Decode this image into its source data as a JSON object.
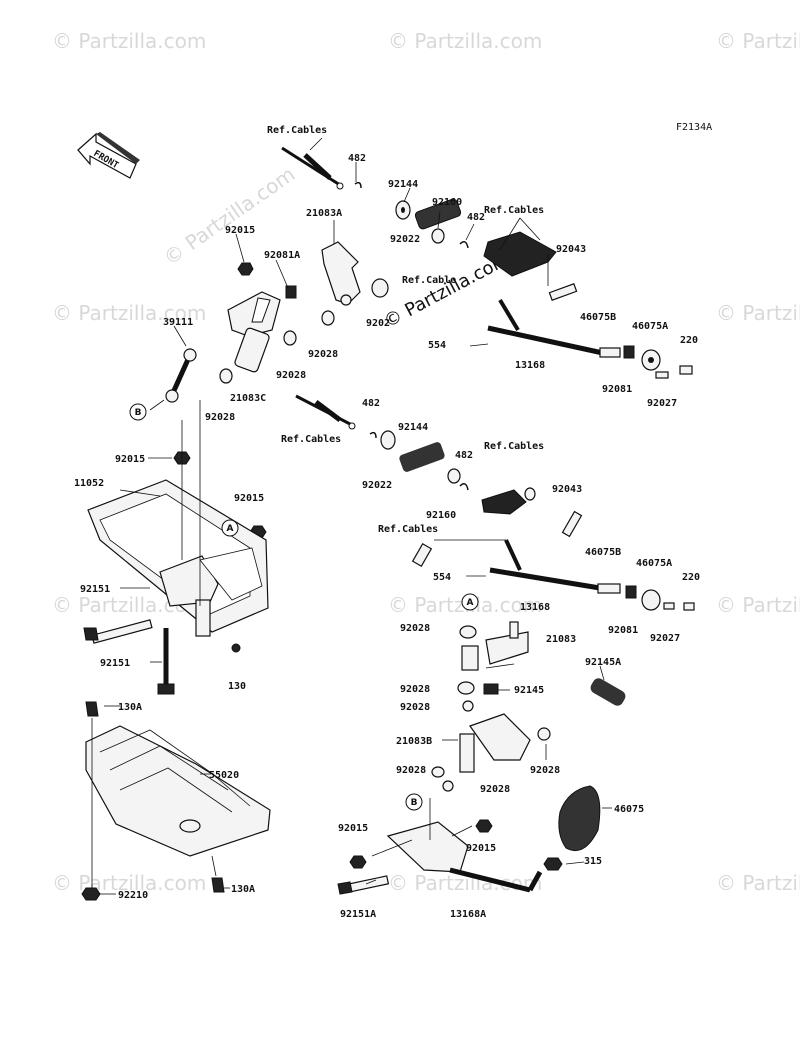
{
  "diagram_code": "F2134A",
  "front_label": "FRONT",
  "watermark": "© Partzilla.com",
  "watermark_center": "© Partzilla.com",
  "callouts": {
    "a": "A",
    "b": "B"
  },
  "labels": {
    "l482_1": "482",
    "l92144_1": "92144",
    "l92160_1": "92160",
    "l21083A": "21083A",
    "l482_2": "482",
    "l92022_1": "92022",
    "l92015_1": "92015",
    "l92081A": "92081A",
    "l92043_1": "92043",
    "l39111": "39111",
    "l92028_cut": "9202",
    "l46075B_1": "46075B",
    "l46075A_1": "46075A",
    "l554_1": "554",
    "l220_1": "220",
    "l13168_1": "13168",
    "l92028_1": "92028",
    "l92028_2": "92028",
    "l21083C": "21083C",
    "l92028_3": "92028",
    "l92081_1": "92081",
    "l92027_1": "92027",
    "l482_3": "482",
    "l92144_2": "92144",
    "l92015_2": "92015",
    "l92022_2": "92022",
    "l482_4": "482",
    "l11052": "11052",
    "l92043_2": "92043",
    "l92015_3": "92015",
    "l92160_2": "92160",
    "l46075B_2": "46075B",
    "l46075A_2": "46075A",
    "l554_2": "554",
    "l220_2": "220",
    "l92151_1": "92151",
    "l13168_2": "13168",
    "l92081_2": "92081",
    "l92027_2": "92027",
    "l92028_4": "92028",
    "l21083": "21083",
    "l92151_2": "92151",
    "l130": "130",
    "l92145A": "92145A",
    "l92028_5": "92028",
    "l92145": "92145",
    "l92028_6": "92028",
    "l130A_1": "130A",
    "l21083B": "21083B",
    "l55020": "55020",
    "l92028_7": "92028",
    "l92028_8": "92028",
    "l92028_9": "92028",
    "l46075": "46075",
    "l92015_4": "92015",
    "l92015_5": "92015",
    "l315": "315",
    "l92210": "92210",
    "l130A_2": "130A",
    "l92151A": "92151A",
    "l13168A": "13168A"
  },
  "ref_cables": {
    "r1": "Ref.Cables",
    "r2": "Ref.Cables",
    "r3": "Ref.Cable",
    "r4": "Ref.Cables",
    "r5": "Ref.Cables",
    "r6": "Ref.Cables"
  }
}
